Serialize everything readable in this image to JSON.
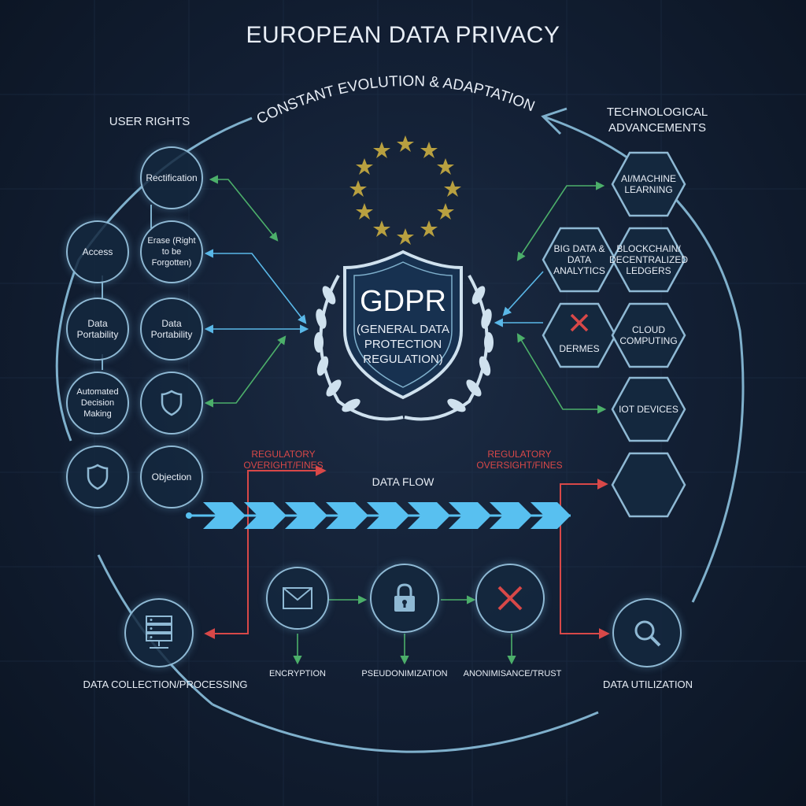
{
  "title": "EUROPEAN DATA PRIVACY",
  "arc_label": "CONSTANT EVOLUTION & ADAPTATION",
  "user_rights": {
    "heading": "USER RIGHTS",
    "rectification": "Rectification",
    "access": "Access",
    "erase": "Erase (Right to be Forgotten)",
    "portability_left": "Data Portability",
    "portability_right": "Data Portability",
    "automated": "Automated Decision Making",
    "objection": "Objection"
  },
  "tech": {
    "heading": "TECHNOLOGICAL ADVANCEMENTS",
    "ai": "AI/MACHINE LEARNING",
    "big_data": "BIG DATA & DATA ANALYTICS",
    "blockchain": "BLOCKCHAIN/ DECENTRALIZED LEDGERS",
    "dermes": "DERMES",
    "cloud": "CLOUD COMPUTING",
    "iot": "IOT DEVICES"
  },
  "gdpr": {
    "acronym": "GDPR",
    "full_name_1": "(GENERAL DATA",
    "full_name_2": "PROTECTION",
    "full_name_3": "REGULATION)"
  },
  "regulatory_left": "REGULATORY OVERIGHT/FINES",
  "regulatory_right": "REGULATORY OVERSIGHT/FINES",
  "data_flow": "DATA FLOW",
  "process": {
    "collection": "DATA COLLECTION/PROCESSING",
    "encryption": "ENCRYPTION",
    "pseudo": "PSEUDONIMIZATION",
    "anonymisation": "ANONIMISANCE/TRUST",
    "utilization": "DATA UTILIZATION"
  },
  "colors": {
    "accent": "#8fb9d4",
    "arrow_green": "#4caf6a",
    "arrow_blue": "#5ab8e8",
    "arrow_red": "#d84848",
    "star_gold": "#b8a040",
    "chevron": "#58c0f0"
  },
  "icons": {
    "envelope": "envelope-icon",
    "lock": "lock-icon",
    "x_mark": "x-mark-icon",
    "magnifier": "magnifier-icon",
    "server": "server-icon",
    "shield": "shield-icon"
  }
}
